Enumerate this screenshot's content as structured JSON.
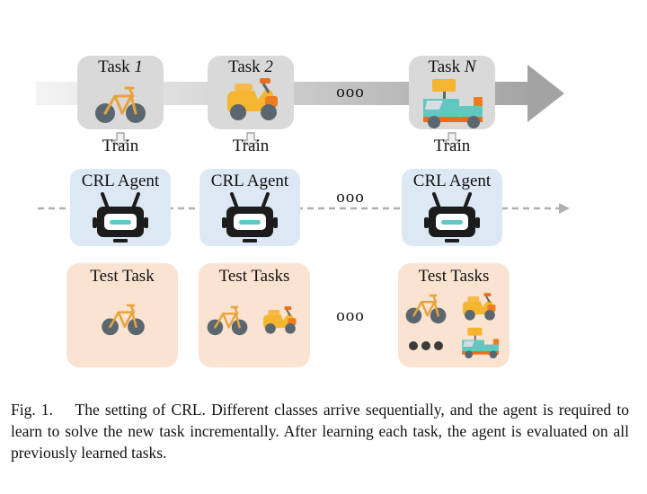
{
  "tasks": [
    {
      "prefix": "Task",
      "index": "1",
      "icon": "bicycle-icon"
    },
    {
      "prefix": "Task",
      "index": "2",
      "icon": "scooter-icon"
    },
    {
      "prefix": "Task",
      "index": "N",
      "icon": "truck-icon"
    }
  ],
  "ellipsis": "ooo",
  "train_label": "Train",
  "agent_label": "CRL Agent",
  "agent_icon": "robot-icon",
  "test_labels": [
    "Test Task",
    "Test Tasks",
    "Test Tasks"
  ],
  "colors": {
    "task_box": "#d9d9d9",
    "agent_box": "#dce9f5",
    "test_box": "#fbe3d2",
    "arrow": "#a6a6a6",
    "bike": "#e8a33a",
    "wheel": "#5b6770",
    "scooter": "#f5b52e",
    "truck": "#5fc8c0"
  },
  "caption": {
    "fig_label": "Fig. 1.",
    "text": "The setting of CRL. Different classes arrive sequentially, and the agent is required to learn to solve the new task incrementally. After learning each task, the agent is evaluated on all previously learned tasks."
  }
}
